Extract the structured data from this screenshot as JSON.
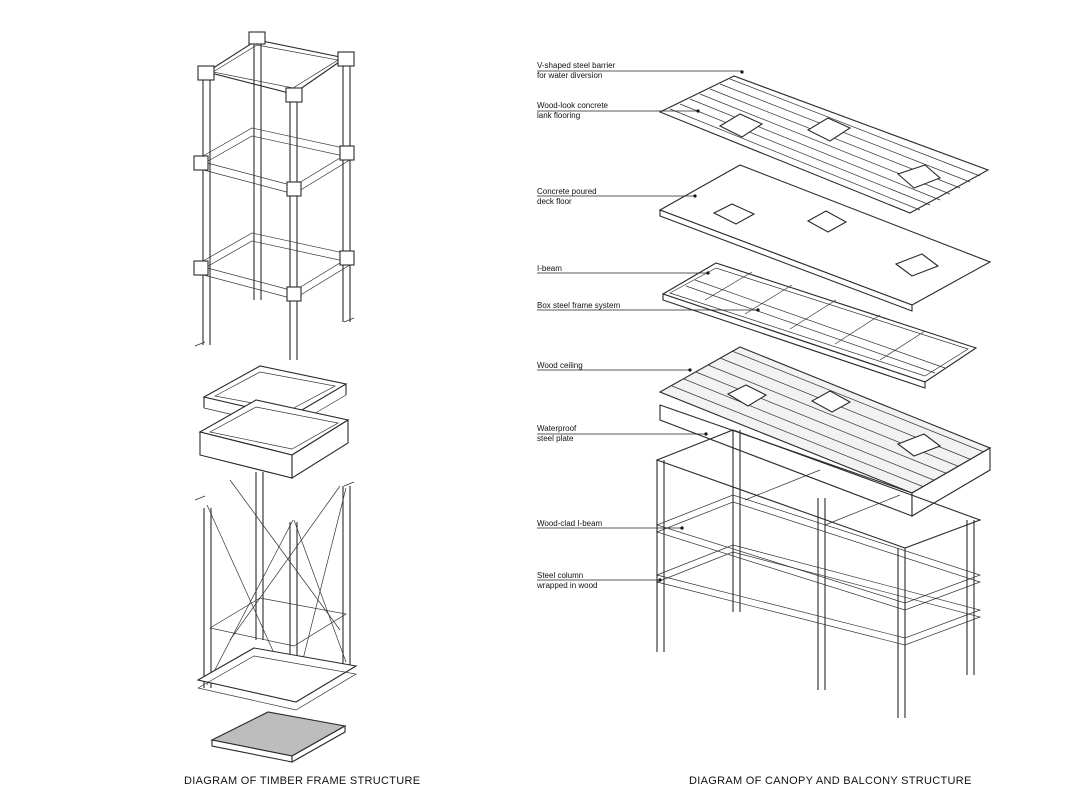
{
  "captions": {
    "left": "DIAGRAM OF TIMBER FRAME STRUCTURE",
    "right": "DIAGRAM OF CANOPY AND BALCONY STRUCTURE"
  },
  "callouts": [
    {
      "id": "barrier",
      "text": "V-shaped steel barrier\nfor water diversion"
    },
    {
      "id": "plank",
      "text": "Wood-look concrete\nlank flooring"
    },
    {
      "id": "deck",
      "text": "Concrete poured\ndeck floor"
    },
    {
      "id": "ibeam",
      "text": "I-beam"
    },
    {
      "id": "boxframe",
      "text": "Box steel frame system"
    },
    {
      "id": "ceiling",
      "text": "Wood ceiling"
    },
    {
      "id": "waterproof",
      "text": "Waterproof\nsteel plate"
    },
    {
      "id": "woodclad",
      "text": "Wood-clad I-beam"
    },
    {
      "id": "column",
      "text": "Steel column\nwrapped in wood"
    }
  ]
}
